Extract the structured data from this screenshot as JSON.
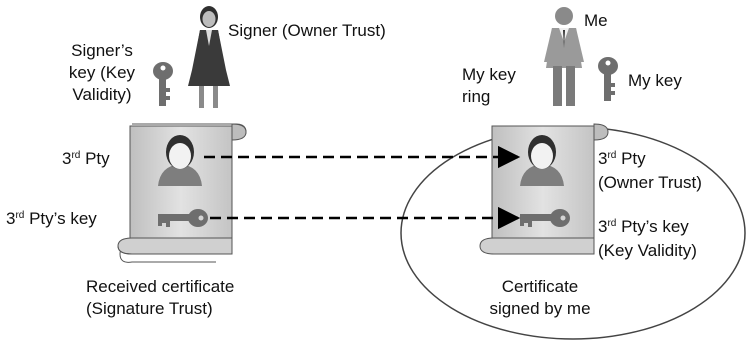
{
  "colors": {
    "scroll_fill": "#d4d4d4",
    "scroll_stroke": "#555555",
    "figure_dark": "#3a3a3a",
    "figure_mid": "#8a8a8a",
    "arrow": "#000000",
    "ring": "#444444",
    "background": "#ffffff"
  },
  "left": {
    "signer_label": "Signer (Owner Trust)",
    "signer_key_label_1": "Signer’s",
    "signer_key_label_2": "key (Key",
    "signer_key_label_3": "Validity)",
    "third_pty_label": {
      "pre": "3",
      "sup": "rd",
      "post": " Pty"
    },
    "third_pty_key_label": {
      "pre": "3",
      "sup": "rd",
      "post": " Pty’s key"
    },
    "caption_1": "Received certificate",
    "caption_2": "(Signature Trust)",
    "icons": [
      "woman-figure-icon",
      "key-icon",
      "certificate-scroll-icon",
      "person-avatar-icon",
      "horizontal-key-icon"
    ]
  },
  "right": {
    "me_label": "Me",
    "my_key_label": "My key",
    "ring_label_1": "My key",
    "ring_label_2": "ring",
    "third_pty_label": {
      "pre": "3",
      "sup": "rd",
      "post": " Pty"
    },
    "owner_trust_label": "(Owner Trust)",
    "third_pty_key_label": {
      "pre": "3",
      "sup": "rd",
      "post": " Pty’s key"
    },
    "key_validity_label": "(Key Validity)",
    "caption_1": "Certificate",
    "caption_2": "signed by me",
    "icons": [
      "man-figure-icon",
      "key-icon",
      "key-ring-ellipse",
      "certificate-scroll-icon",
      "person-avatar-icon",
      "horizontal-key-icon"
    ]
  },
  "arrows": [
    "dashed-arrow-third-party",
    "dashed-arrow-third-party-key"
  ]
}
